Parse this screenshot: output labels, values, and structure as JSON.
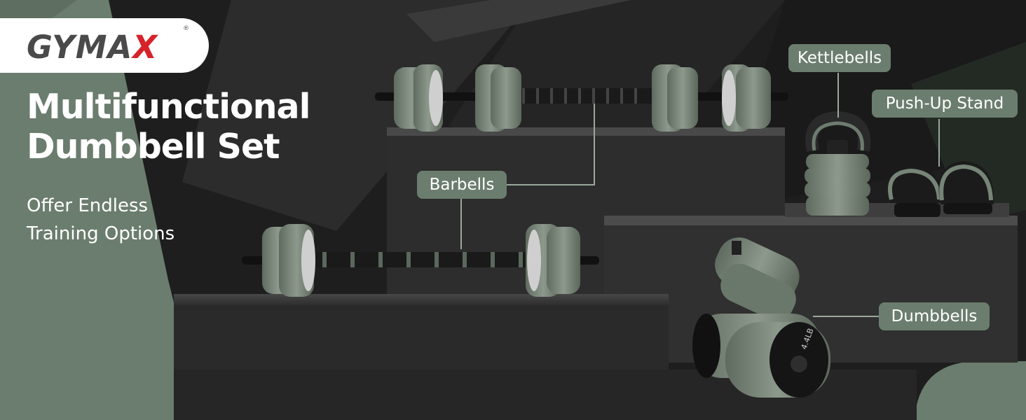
{
  "brand": {
    "logo_main": "GYMA",
    "logo_accent": "X",
    "registered": "®"
  },
  "headline": {
    "line1": "Multifunctional",
    "line2": "Dumbbell Set"
  },
  "subheadline": {
    "line1": "Offer Endless",
    "line2": "Training Options"
  },
  "callouts": {
    "barbells": "Barbells",
    "kettlebells": "Kettlebells",
    "push_up_stand": "Push-Up Stand",
    "dumbbells": "Dumbbells"
  },
  "product_marking": "4.4LB",
  "colors": {
    "accent_green": "#6b7d6e",
    "brand_red": "#d6232a",
    "background": "#1c1c1c",
    "plate_green": "#7d8a7d"
  }
}
